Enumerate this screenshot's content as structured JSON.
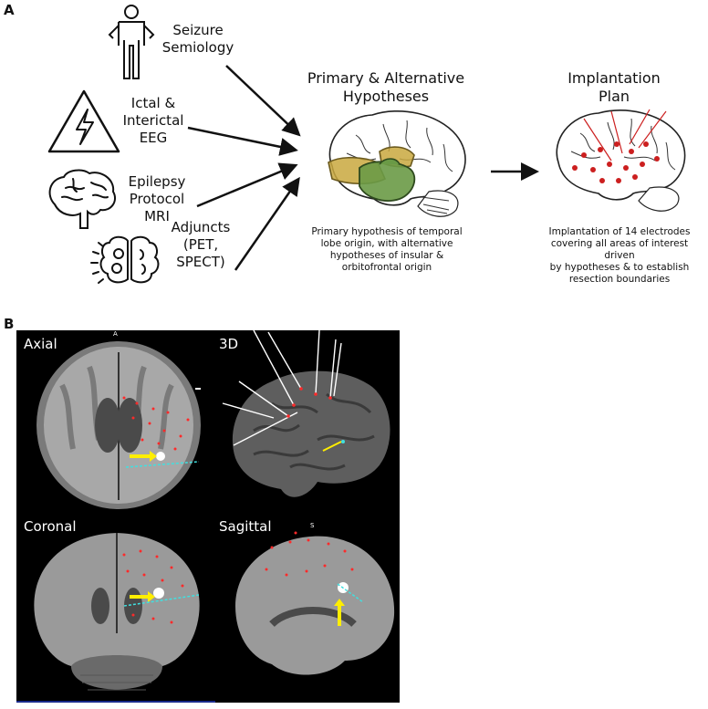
{
  "panel_a": {
    "label": "A",
    "inputs": [
      {
        "label": "Seizure\nSemiology",
        "icon": "person-icon"
      },
      {
        "label": "Ictal &\nInterictal\nEEG",
        "icon": "lightning-warning-icon"
      },
      {
        "label": "Epilepsy\nProtocol\nMRI",
        "icon": "brain-icon"
      },
      {
        "label": "Adjuncts\n(PET,\nSPECT)",
        "icon": "brain-gears-icon"
      }
    ],
    "hypotheses": {
      "title": "Primary & Alternative\nHypotheses",
      "caption": "Primary hypothesis of temporal\nlobe origin, with alternative\nhypotheses of insular &\norbitofrontal origin",
      "colors": {
        "primary": "#6a9a46",
        "alternative": "#c9a83e"
      }
    },
    "plan": {
      "title": "Implantation\nPlan",
      "caption": "Implantation of 14 electrodes\ncovering all areas of interest driven\nby hypotheses & to establish\nresection boundaries",
      "electrode_color": "#cc1f1f"
    }
  },
  "panel_b": {
    "label": "B",
    "views": [
      {
        "title": "Axial",
        "marker": "A"
      },
      {
        "title": "3D"
      },
      {
        "title": "Coronal"
      },
      {
        "title": "Sagittal",
        "marker": "S"
      }
    ],
    "colors": {
      "contacts": "#ff2a2a",
      "lesion": "#ffffff",
      "arrow": "#ffee00",
      "trajectory": "#40e0e0"
    }
  }
}
